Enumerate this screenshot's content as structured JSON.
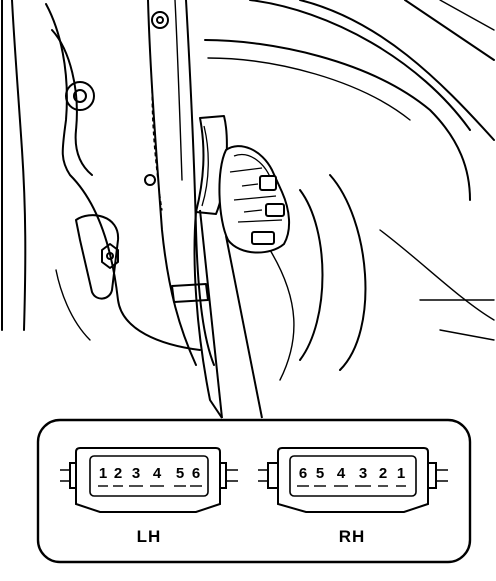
{
  "connectors": [
    {
      "side_label": "LH",
      "pins": [
        "1",
        "2",
        "3",
        "4",
        "5",
        "6"
      ]
    },
    {
      "side_label": "RH",
      "pins": [
        "6",
        "5",
        "4",
        "3",
        "2",
        "1"
      ]
    }
  ]
}
